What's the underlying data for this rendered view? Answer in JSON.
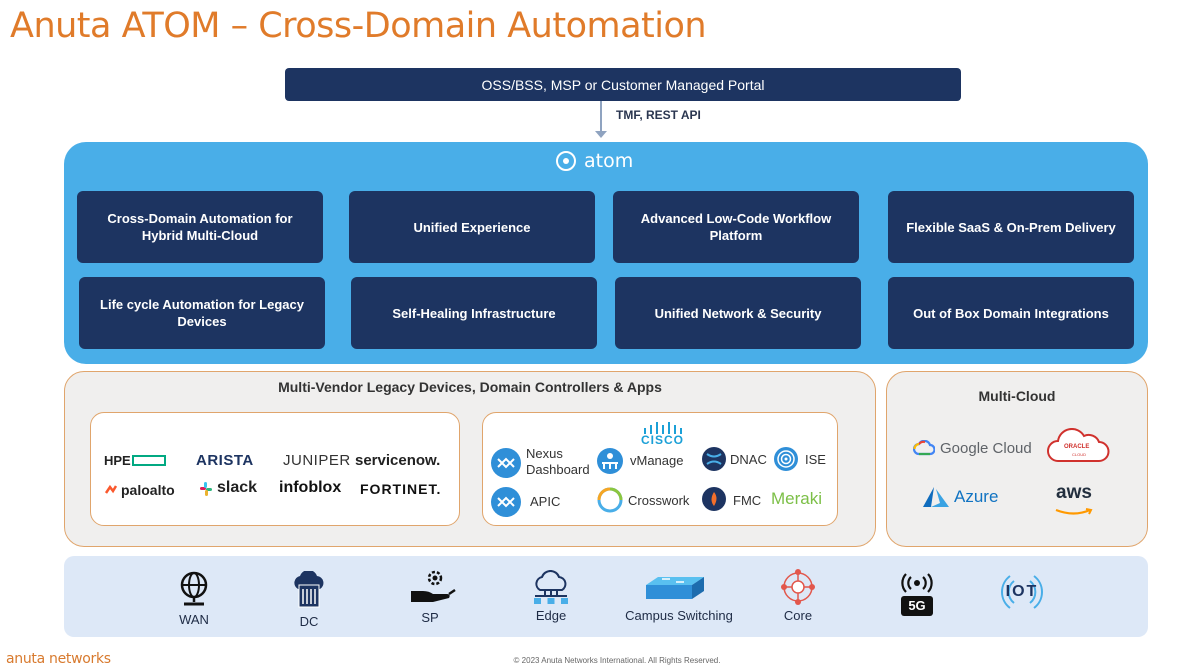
{
  "header": {
    "title": "Anuta ATOM – Cross-Domain Automation"
  },
  "portal": {
    "label": "OSS/BSS, MSP or Customer Managed Portal"
  },
  "api": {
    "label": "TMF, REST API"
  },
  "atom": {
    "logo_text": "atom",
    "capabilities": [
      "Cross-Domain Automation for Hybrid Multi-Cloud",
      "Unified Experience",
      "Advanced Low-Code Workflow Platform",
      "Flexible SaaS & On-Prem Delivery",
      "Life cycle Automation for Legacy Devices",
      "Self-Healing Infrastructure",
      "Unified Network & Security",
      "Out of Box Domain Integrations"
    ]
  },
  "multivendor": {
    "title": "Multi-Vendor Legacy Devices, Domain Controllers & Apps",
    "vendors": [
      "HPE",
      "ARISTA",
      "JUNIPER",
      "servicenow.",
      "paloalto",
      "slack",
      "infoblox",
      "FORTINET."
    ],
    "controllers": {
      "brand": "CISCO",
      "items": [
        "Nexus Dashboard",
        "vManage",
        "DNAC",
        "ISE",
        "APIC",
        "Crosswork",
        "FMC",
        "Meraki"
      ]
    }
  },
  "multicloud": {
    "title": "Multi-Cloud",
    "providers": [
      "Google Cloud",
      "ORACLE",
      "CLOUD",
      "Azure",
      "aws"
    ]
  },
  "domains": [
    "WAN",
    "DC",
    "SP",
    "Edge",
    "Campus Switching",
    "Core",
    "5G",
    "IOT"
  ],
  "footer": {
    "logo": "anuta networks",
    "copyright": "© 2023 Anuta Networks International. All Rights Reserved."
  },
  "colors": {
    "title_orange": "#e07b2a",
    "navy": "#1d3461",
    "atom_blue": "#49aee8",
    "panel_border": "#e0a56c",
    "domain_bg": "#dde8f7"
  }
}
